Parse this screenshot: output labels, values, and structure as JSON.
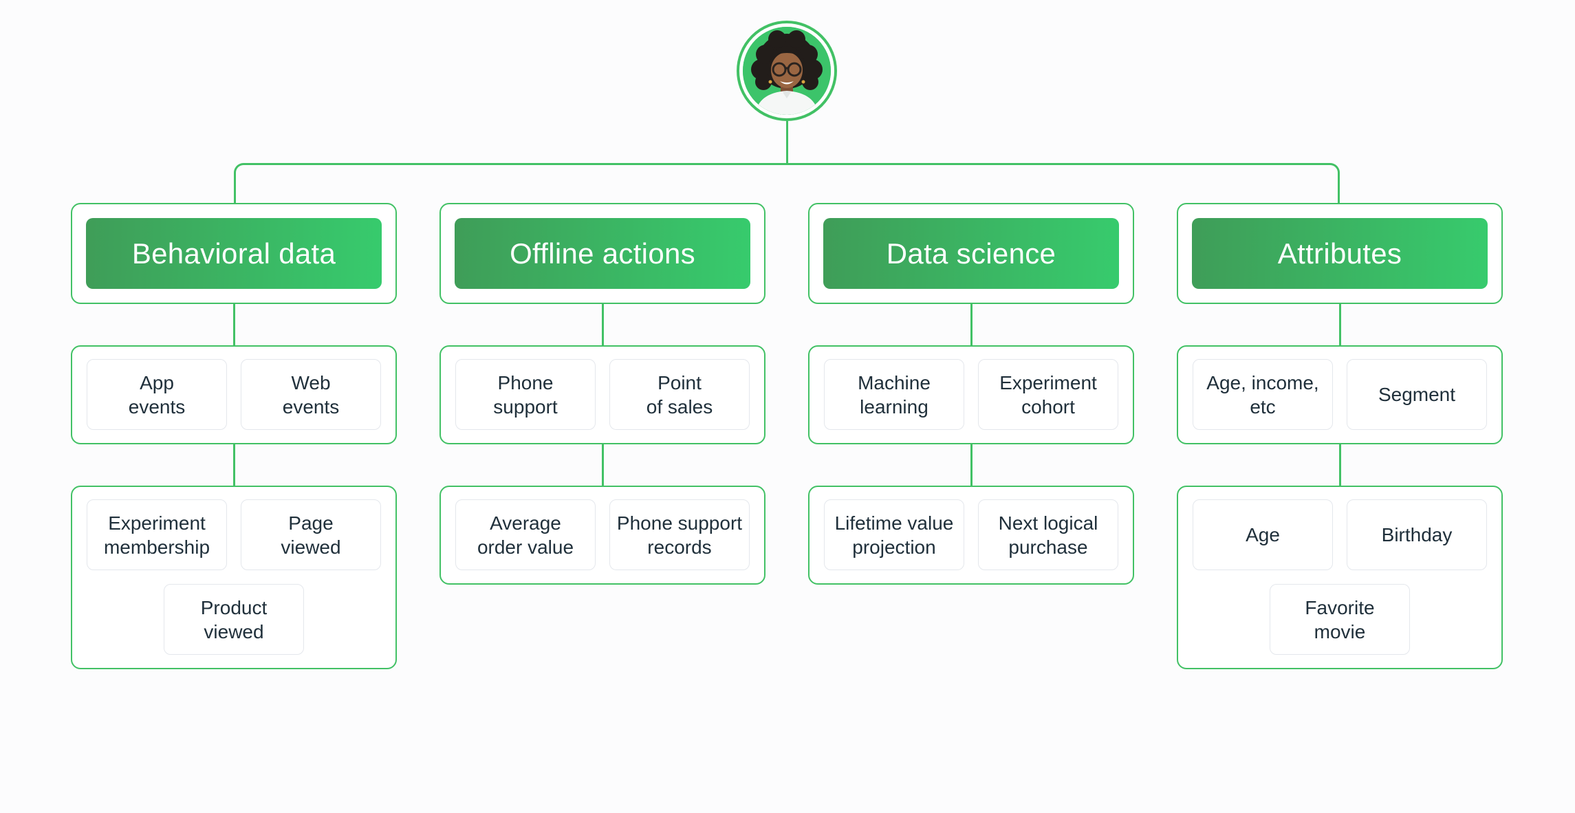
{
  "diagram": {
    "root_avatar_icon": "woman-portrait-avatar",
    "columns": [
      {
        "title": "Behavioral data",
        "groups": [
          {
            "items": [
              "App\nevents",
              "Web\nevents"
            ]
          },
          {
            "items": [
              "Experiment\nmembership",
              "Page\nviewed",
              "Product\nviewed"
            ]
          }
        ]
      },
      {
        "title": "Offline actions",
        "groups": [
          {
            "items": [
              "Phone\nsupport",
              "Point\nof sales"
            ]
          },
          {
            "items": [
              "Average\norder value",
              "Phone support\nrecords"
            ]
          }
        ]
      },
      {
        "title": "Data science",
        "groups": [
          {
            "items": [
              "Machine\nlearning",
              "Experiment\ncohort"
            ]
          },
          {
            "items": [
              "Lifetime value\nprojection",
              "Next logical\npurchase"
            ]
          }
        ]
      },
      {
        "title": "Attributes",
        "groups": [
          {
            "items": [
              "Age, income,\netc",
              "Segment"
            ]
          },
          {
            "items": [
              "Age",
              "Birthday",
              "Favorite\nmovie"
            ]
          }
        ]
      }
    ],
    "colors": {
      "accent_green": "#42c165",
      "header_gradient_start": "#3f9d58",
      "header_gradient_end": "#37cb6d",
      "avatar_background": "#3cc46a",
      "node_text": "#20303b",
      "node_border": "#e4e7ec",
      "page_background": "#fcfcfd"
    }
  }
}
